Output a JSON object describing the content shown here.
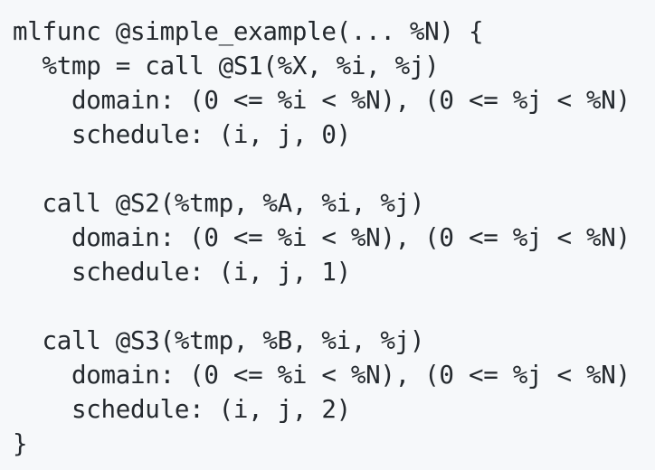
{
  "code": {
    "lines": [
      "mlfunc @simple_example(... %N) {",
      "  %tmp = call @S1(%X, %i, %j)",
      "    domain: (0 <= %i < %N), (0 <= %j < %N)",
      "    schedule: (i, j, 0)",
      "",
      "  call @S2(%tmp, %A, %i, %j)",
      "    domain: (0 <= %i < %N), (0 <= %j < %N)",
      "    schedule: (i, j, 1)",
      "",
      "  call @S3(%tmp, %B, %i, %j)",
      "    domain: (0 <= %i < %N), (0 <= %j < %N)",
      "    schedule: (i, j, 2)",
      "}"
    ]
  }
}
